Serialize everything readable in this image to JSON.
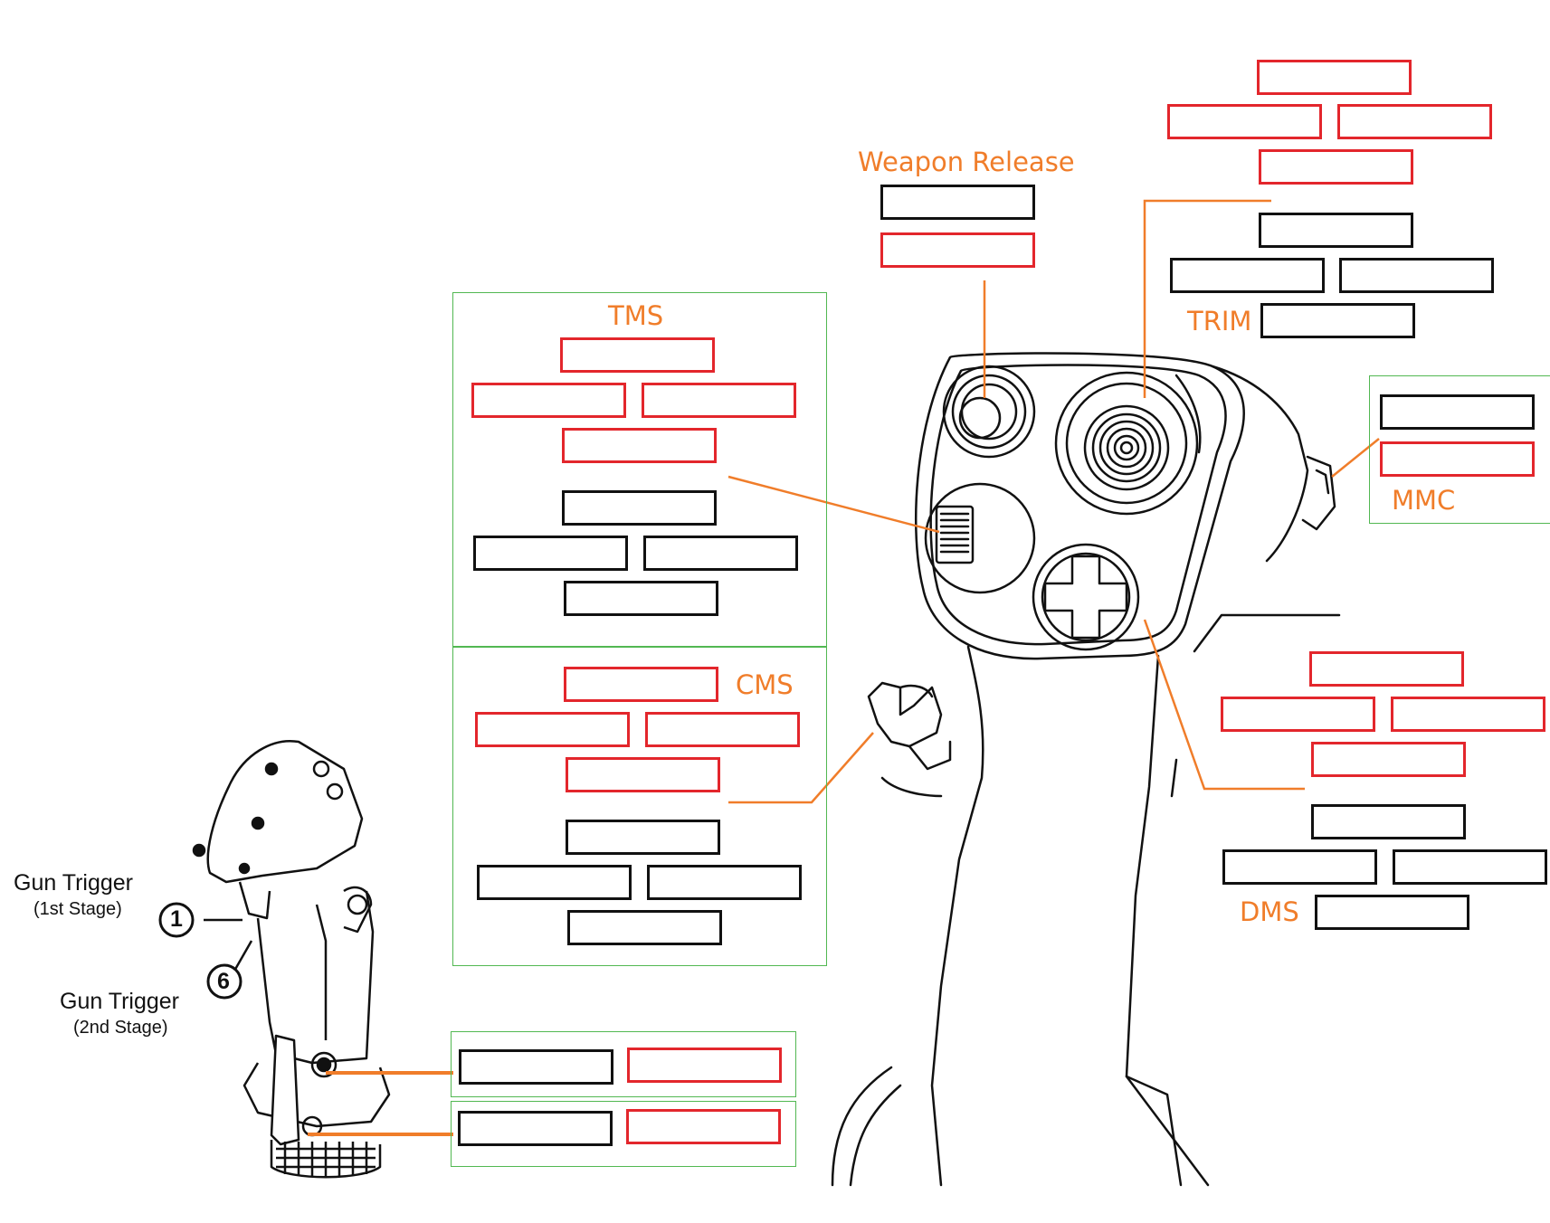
{
  "labels": {
    "weapon_release": "Weapon Release",
    "tms": "TMS",
    "trim": "TRIM",
    "mmc": "MMC",
    "cms": "CMS",
    "dms": "DMS",
    "gun_trigger_1": "Gun Trigger",
    "gun_trigger_1_stage": "(1st Stage)",
    "gun_trigger_2": "Gun Trigger",
    "gun_trigger_2_stage": "(2nd Stage)",
    "num_1": "1",
    "num_6": "6"
  },
  "colors": {
    "label": "#f07d2a",
    "leader_line": "#f07d2a",
    "group_border": "#52b852",
    "modifier_box": "#e3262c",
    "binding_box": "#111111"
  }
}
